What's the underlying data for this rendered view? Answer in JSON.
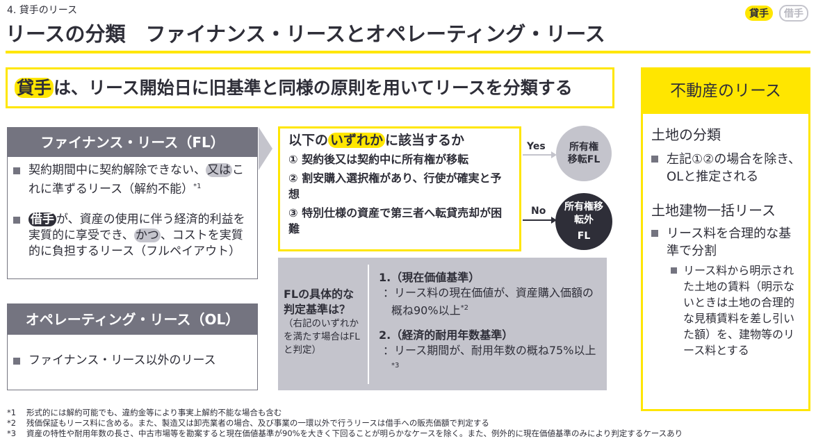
{
  "header": {
    "section": "4. 貸手のリース",
    "title": "リースの分類　ファイナンス・リースとオペレーティング・リース",
    "tag_lessor": "貸手",
    "tag_lessee": "借手"
  },
  "banner": {
    "highlight": "貸手",
    "text": "は、リース開始日に旧基準と同様の原則を用いてリースを分類する"
  },
  "fl": {
    "title": "ファイナンス・リース（FL）",
    "item1_a": "契約期間中に契約解除できない、",
    "item1_hl": "又は",
    "item1_b": "これに準ずるリース（解約不能）",
    "item1_note": "*1",
    "item2_hl": "借手",
    "item2_a": "が、資産の使用に伴う経済的利益を実質的に享受でき、",
    "item2_hl2": "かつ",
    "item2_b": "、コストを実質的に負担するリース（フルペイアウト）"
  },
  "ol": {
    "title": "オペレーティング・リース（OL）",
    "item1": "ファイナンス・リース以外のリース"
  },
  "criteria": {
    "q_a": "以下の",
    "q_hl": "いずれか",
    "q_b": "に該当するか",
    "items": [
      "① 契約後又は契約中に所有権が移転",
      "② 割安購入選択権があり、行使が確実と予想",
      "③ 特別仕様の資産で第三者へ転貸売却が困難"
    ]
  },
  "flow": {
    "yes": "Yes",
    "no": "No",
    "yes_result": "所有権移転FL",
    "no_result_1": "所有権移転外",
    "no_result_2": "FL"
  },
  "standard": {
    "q": "FLの具体的な判定基準は？",
    "q_note": "（右記のいずれかを満たす場合はFLと判定）",
    "c1_title": "1.（現在価値基準）",
    "c1_text": "：リース料の現在価値が、資産購入価額の概ね90%以上",
    "c1_note": "*2",
    "c2_title": "2.（経済的耐用年数基準）",
    "c2_text": "：リース期間が、耐用年数の概ね75%以上",
    "c2_note": "*3"
  },
  "realestate": {
    "title": "不動産のリース",
    "land_h": "土地の分類",
    "land_item": "左記①②の場合を除き、OLと推定される",
    "lb_h": "土地建物一括リース",
    "lb_item": "リース料を合理的な基準で分割",
    "lb_sub": "リース料から明示された土地の賃料（明示ないときは土地の合理的な見積賃料を差し引いた額）を、建物等のリース料とする"
  },
  "footnotes": [
    {
      "m": "*1",
      "t": "形式的には解約可能でも、違約金等により事実上解約不能な場合も含む"
    },
    {
      "m": "*2",
      "t": "残価保証もリース料に含める。また、製造又は卸売業者の場合、及び事業の一環以外で行うリースは借手への販売価額で判定する"
    },
    {
      "m": "*3",
      "t": "資産の特性や耐用年数の長さ、中古市場等を勘案すると現在価値基準が90%を大きく下回ることが明らかなケースを除く。また、例外的に現在価値基準のみにより判定するケースあり"
    }
  ]
}
